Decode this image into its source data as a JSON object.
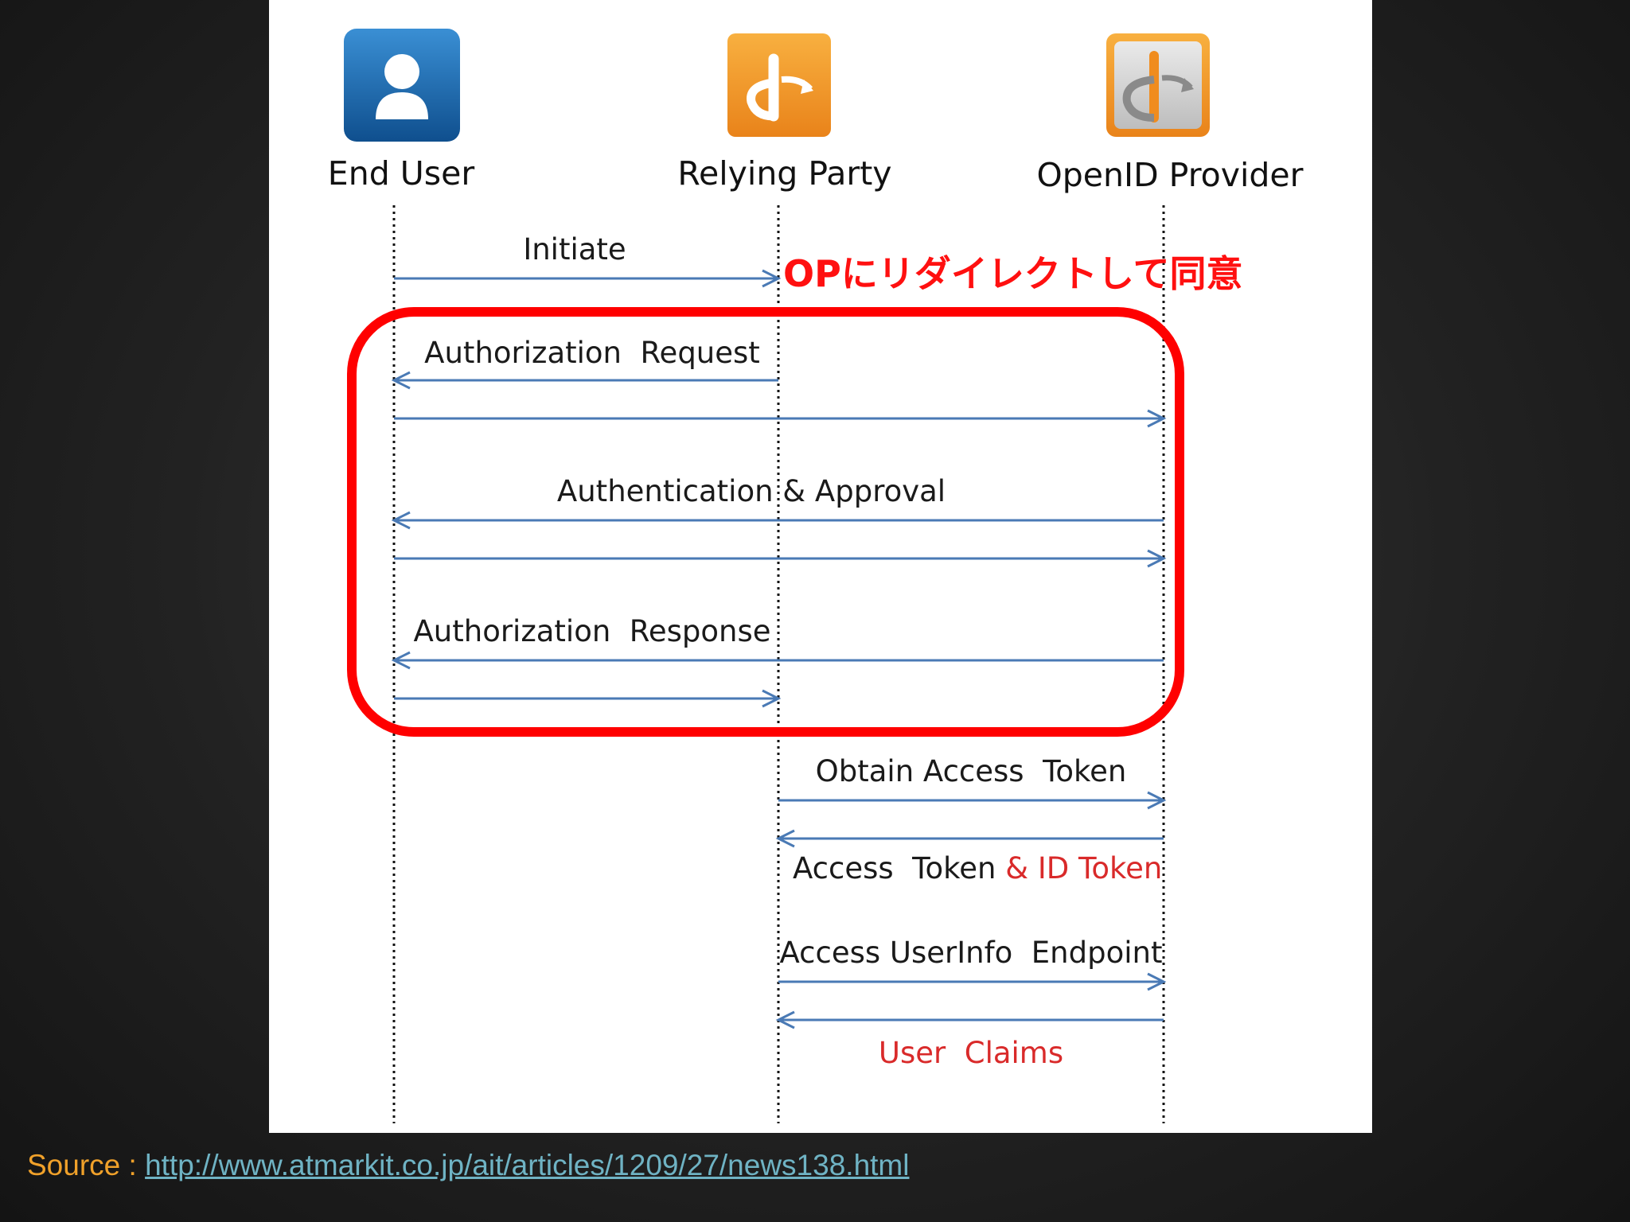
{
  "diagram": {
    "actors": [
      {
        "id": "end-user",
        "label": "End User",
        "icon": "user-icon",
        "color": "#1f6aa8"
      },
      {
        "id": "relying-party",
        "label": "Relying Party",
        "icon": "openid-logo-icon",
        "color": "#f39a21"
      },
      {
        "id": "openid-provider",
        "label": "OpenID Provider",
        "icon": "openid-logo-gray-icon",
        "color": "#f39a21"
      }
    ],
    "messages": [
      {
        "label": "Initiate",
        "from": 0,
        "to": 1
      },
      {
        "label": "Authorization  Request",
        "from": 1,
        "to": 0
      },
      {
        "label": "",
        "from": 0,
        "to": 2
      },
      {
        "label": "Authentication & Approval",
        "from": 2,
        "to": 0
      },
      {
        "label": "",
        "from": 0,
        "to": 2
      },
      {
        "label": "Authorization  Response",
        "from": 2,
        "to": 0
      },
      {
        "label": "",
        "from": 0,
        "to": 1
      },
      {
        "label": "Obtain Access  Token",
        "from": 1,
        "to": 2
      },
      {
        "label": "Access  Token",
        "label_red": " & ID Token",
        "from": 2,
        "to": 1
      },
      {
        "label": "Access UserInfo  Endpoint",
        "from": 1,
        "to": 2
      },
      {
        "label": "",
        "label_red": "User  Claims",
        "from": 2,
        "to": 1
      }
    ],
    "annotation": "OPにリダイレクトして同意",
    "colors": {
      "arrow": "#4a7ab5",
      "highlight": "#ff0000",
      "emphasis": "#d92a2a"
    }
  },
  "source": {
    "label": "Source : ",
    "url": "http://www.atmarkit.co.jp/ait/articles/1209/27/news138.html"
  }
}
